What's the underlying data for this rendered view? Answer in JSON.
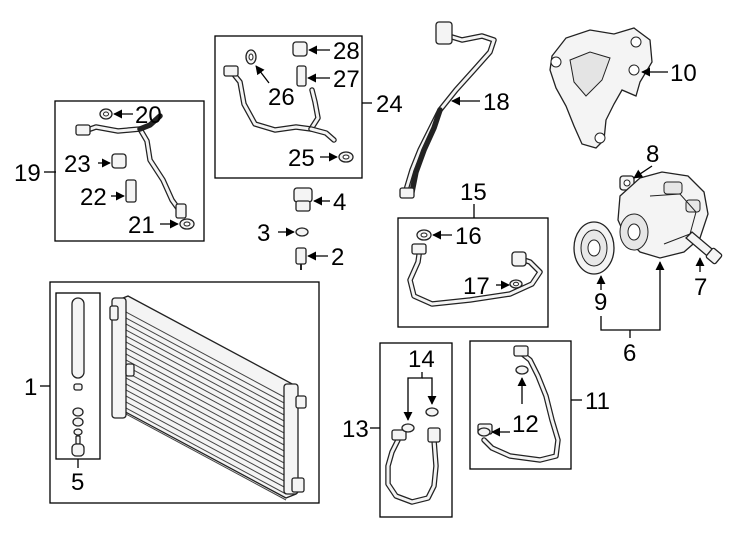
{
  "diagram": {
    "callouts": {
      "c1": "1",
      "c2": "2",
      "c3": "3",
      "c4": "4",
      "c5": "5",
      "c6": "6",
      "c7": "7",
      "c8": "8",
      "c9": "9",
      "c10": "10",
      "c11": "11",
      "c12": "12",
      "c13": "13",
      "c14": "14",
      "c15": "15",
      "c16": "16",
      "c17": "17",
      "c18": "18",
      "c19": "19",
      "c20": "20",
      "c21": "21",
      "c22": "22",
      "c23": "23",
      "c24": "24",
      "c25": "25",
      "c26": "26",
      "c27": "27",
      "c28": "28"
    },
    "colors": {
      "line": "#000000",
      "part_fill": "#f4f4f4",
      "background": "#ffffff"
    }
  }
}
